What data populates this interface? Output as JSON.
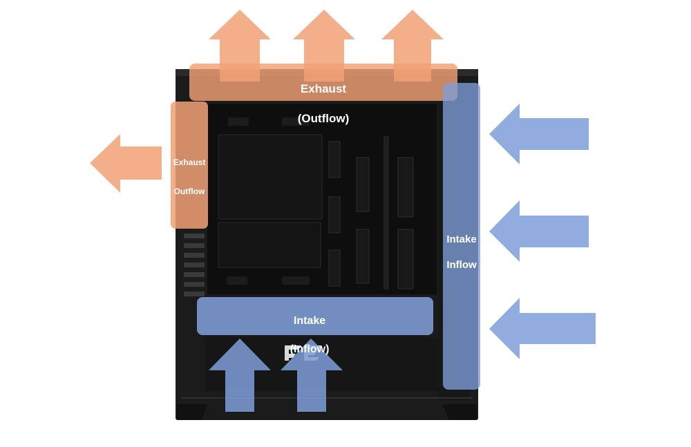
{
  "colors": {
    "exhaust": "#f0a174",
    "intake": "#7e9ed8",
    "case_body": "#1b1b1b",
    "case_interior": "#0e0e0e",
    "case_edge": "#2e2e2e",
    "background": "#ffffff"
  },
  "labels": {
    "top_exhaust_line1": "Exhaust",
    "top_exhaust_line2": "(Outflow)",
    "rear_exhaust_line1": "Exhaust",
    "rear_exhaust_line2": "Outflow",
    "front_intake_line1": "Intake",
    "front_intake_line2": "Inflow",
    "bottom_intake_line1": "Intake",
    "bottom_intake_line2": "(Inflow)"
  },
  "arrows": {
    "top_exhaust_count": 3,
    "rear_exhaust_count": 1,
    "front_intake_count": 3,
    "bottom_intake_count": 2
  },
  "icons": [
    "pc-case-icon",
    "brand-logo-icon"
  ]
}
